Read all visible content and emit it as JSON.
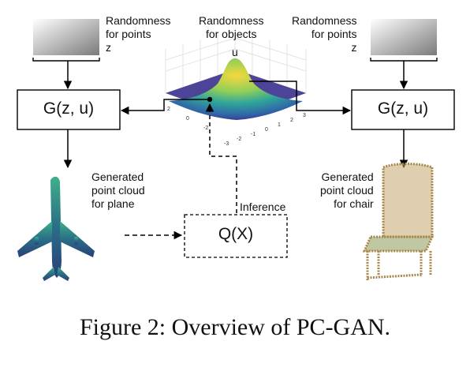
{
  "left_noise": {
    "label": "Randomness\nfor points\nz"
  },
  "right_noise": {
    "label": "Randomness\nfor points\nz"
  },
  "center": {
    "label": "Randomness\nfor objects",
    "u_label": "u"
  },
  "left_generator": {
    "label": "G(z, u)"
  },
  "right_generator": {
    "label": "G(z, u)"
  },
  "inference": {
    "label": "Inference",
    "box_label": "Q(X)"
  },
  "left_output": {
    "label": "Generated\npoint cloud\nfor plane"
  },
  "right_output": {
    "label": "Generated\npoint cloud\nfor chair"
  },
  "surface_ticks": {
    "left_axis": [
      "2",
      "0",
      "-2"
    ],
    "right_axis": [
      "-3",
      "-2",
      "-1",
      "0",
      "1",
      "2",
      "3"
    ]
  },
  "caption": "Figure 2: Overview of PC-GAN.",
  "colors": {
    "surface_low": "#3b3fa0",
    "surface_mid": "#2a9d8f",
    "surface_high": "#f5d33a",
    "plane": "#2f6f7e",
    "chair": "#a8864a",
    "line": "#000000"
  }
}
